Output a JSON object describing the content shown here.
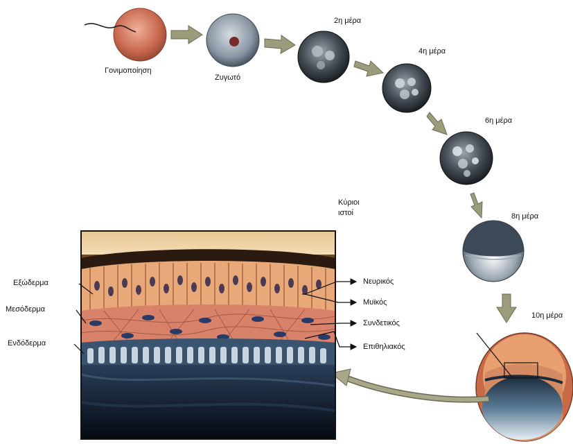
{
  "stages": {
    "fertilization": "Γονιμοποίηση",
    "zygote": "Ζυγωτό",
    "day2": "2η μέρα",
    "day4": "4η μέρα",
    "day6": "6η μέρα",
    "day8": "8η μέρα",
    "day10": "10η μέρα"
  },
  "main_tissues": {
    "heading_line1": "Κύριοι",
    "heading_line2": "ιστοί",
    "nervous": "Νευρικός",
    "muscle": "Μυϊκός",
    "connective": "Συνδετικός",
    "epithelial": "Επιθηλιακός"
  },
  "germ_layers": {
    "ectoderm": "Εξώδερμα",
    "mesoderm": "Μεσόδερμα",
    "endoderm": "Ενδόδερμα"
  },
  "colors": {
    "arrow": "#9c9c7c",
    "ectoderm": "#e9a878",
    "mesoderm": "#d9826a",
    "endoderm": "#3a5470",
    "nucleus": "#2a3a66"
  }
}
